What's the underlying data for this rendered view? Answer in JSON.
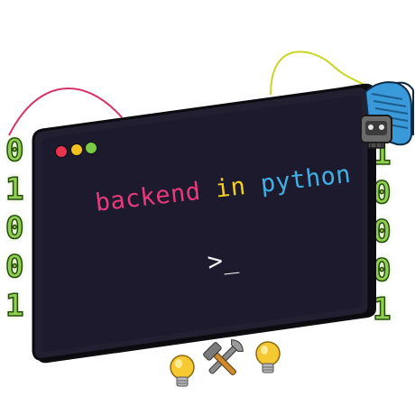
{
  "binary_left": [
    "0",
    "1",
    "0",
    "0",
    "1"
  ],
  "binary_right": [
    "1",
    "0",
    "0",
    "0",
    "1"
  ],
  "headline": {
    "word1": "backend",
    "word2": "in",
    "word3": "python"
  },
  "prompt_text": ">_",
  "colors": {
    "screen": "#1d1a2e",
    "word1": "#e53b7c",
    "word2": "#f4d11e",
    "word3": "#3fb0e6",
    "binary": "#8fd14f",
    "cable_left": "#d6336c",
    "cable_right": "#c9d628",
    "connector": "#3a9ad9"
  },
  "icons": [
    "window-dots",
    "robot-icon",
    "lightbulb-icon",
    "tools-icon",
    "lightbulb-icon"
  ]
}
